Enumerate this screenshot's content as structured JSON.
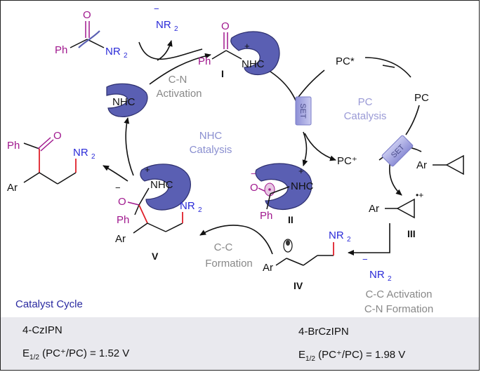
{
  "colors": {
    "nhc_blob": "#5a5fb3",
    "nhc_catalysis": "#8a8fd0",
    "pc_catalysis": "#9a9ad6",
    "magenta": "#a0188e",
    "nitrogen_blue": "#2a2ad8",
    "red_bond": "#e0202a",
    "grey_text": "#888888",
    "footer_bg": "#e9e9ee"
  },
  "labels": {
    "ph": "Ph",
    "nr2": "NR",
    "nr2_sub": "2",
    "nhc": "NHC",
    "ar": "Ar",
    "o": "O",
    "plus": "+",
    "minus": "−",
    "pc_star": "PC*",
    "pc": "PC",
    "pc_plus": "PC⁺",
    "set": "SET",
    "dot_plus": "•+"
  },
  "intermediates": {
    "i": "I",
    "ii": "II",
    "iii": "III",
    "iv": "IV",
    "v": "V"
  },
  "steps": {
    "cn_activation_1": "C-N",
    "cn_activation_2": "Activation",
    "nhc_catalysis_1": "NHC",
    "nhc_catalysis_2": "Catalysis",
    "pc_catalysis_1": "PC",
    "pc_catalysis_2": "Catalysis",
    "cc_formation_1": "C-C",
    "cc_formation_2": "Formation",
    "cc_activation": "C-C Activation",
    "cn_formation": "C-N Formation"
  },
  "legend": {
    "catalyst_cycle": "Catalyst Cycle"
  },
  "catalysts": [
    {
      "name": "4-CzIPN",
      "potential_label": "E",
      "potential_sub": "1/2",
      "potential_expr": " (PC⁺/PC) = 1.52 V"
    },
    {
      "name": "4-BrCzIPN",
      "potential_label": "E",
      "potential_sub": "1/2",
      "potential_expr": " (PC⁺/PC) = 1.98 V"
    }
  ]
}
